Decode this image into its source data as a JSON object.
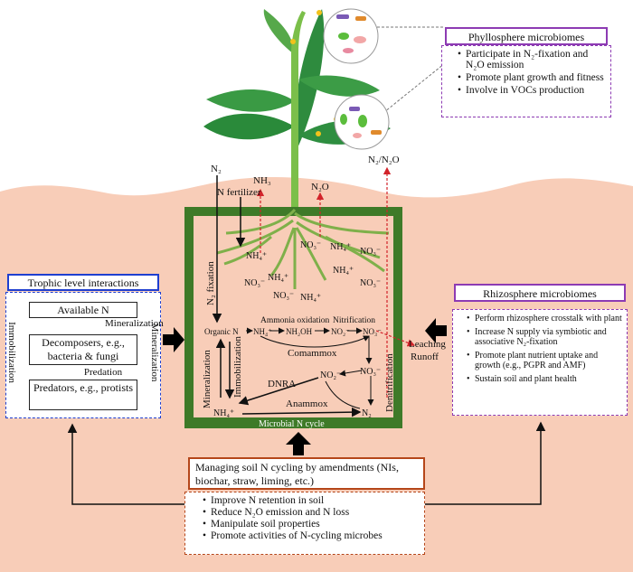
{
  "phyllosphere": {
    "title": "Phyllosphere microbiomes",
    "items": [
      "Participate in N₂-fixation and N₂O emission",
      "Promote plant growth and fitness",
      "Involve in VOCs production"
    ]
  },
  "trophic": {
    "title": "Trophic level interactions",
    "available_n": "Available N",
    "mineralization_small": "Mineralization",
    "decomposers": "Decomposers, e.g., bacteria & fungi",
    "predation": "Predation",
    "predators": "Predators, e.g., protists",
    "immobilization_side": "Immobilization",
    "mineralization_side": "Mineralization"
  },
  "rhizosphere": {
    "title": "Rhizosphere microbiomes",
    "items": [
      "Perform rhizosphere crosstalk with plant",
      "Increase N supply via symbiotic and associative N₂-fixation",
      "Promote plant nutrient uptake and growth (e.g., PGPR and AMF)",
      "Sustain soil and plant health"
    ]
  },
  "managing": {
    "title": "Managing soil N cycling by amendments (NIs, biochar, straw, liming, etc.)",
    "items": [
      "Improve N retention in soil",
      "Reduce N₂O emission and N loss",
      "Manipulate soil properties",
      "Promote activities of N-cycling microbes"
    ]
  },
  "cycle": {
    "n2_top": "N₂",
    "nh3": "NH₃",
    "n_fertilizer": "N fertilizer",
    "n2o": "N₂O",
    "n2_n2o": "N₂/N₂O",
    "nh4_a": "NH₄⁺",
    "no3_a": "NO₃⁻",
    "nh4_b": "NH₄⁺",
    "no3_b": "NO₃⁻",
    "no3_c": "NO₃⁻",
    "nh4_c": "NH₄⁺",
    "nh4_d": "NH₄⁺",
    "no3_d": "NO₃⁻",
    "no3_e": "NO₃⁻",
    "n2_fixation": "N₂ fixation",
    "organic_n": "Organic N",
    "nh4_e": "NH₄⁺",
    "nh2oh": "NH₂OH",
    "no2_a": "NO₂⁻",
    "no3_f": "NO₃⁻",
    "ammonia_oxidation": "Ammonia oxidation",
    "nitrification": "Nitrification",
    "comammox": "Comammox",
    "mineralization": "Mineralization",
    "immobilization": "Immobilization",
    "dnra": "DNRA",
    "no2_b": "NO₂⁻",
    "no3_g": "NO₃⁻",
    "nh4_f": "NH₄⁺",
    "anammox": "Anammox",
    "n2_bottom": "N₂",
    "denitrification": "Denitrification",
    "label": "Microbial N cycle",
    "leaching": "Leaching",
    "runoff": "Runoff"
  }
}
